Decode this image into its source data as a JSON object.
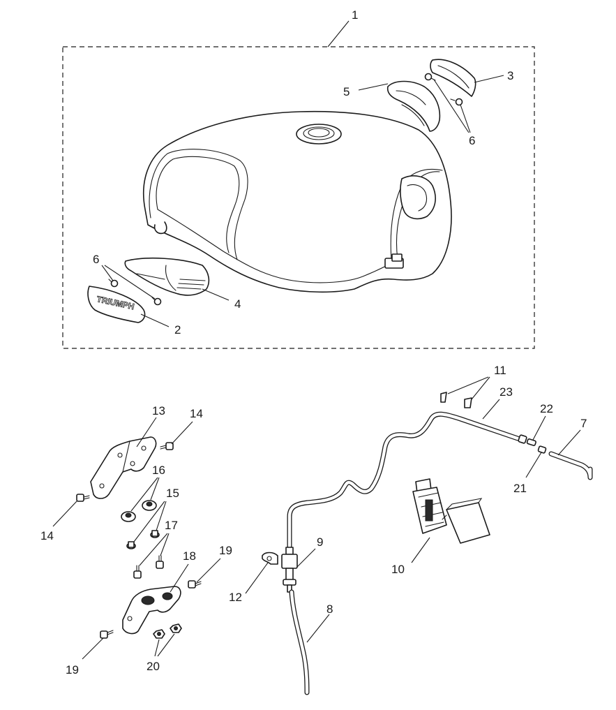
{
  "diagram": {
    "callouts": [
      {
        "id": "1",
        "label": "1"
      },
      {
        "id": "2",
        "label": "2"
      },
      {
        "id": "3",
        "label": "3"
      },
      {
        "id": "4",
        "label": "4"
      },
      {
        "id": "5",
        "label": "5"
      },
      {
        "id": "6a",
        "label": "6"
      },
      {
        "id": "6b",
        "label": "6"
      },
      {
        "id": "7",
        "label": "7"
      },
      {
        "id": "8",
        "label": "8"
      },
      {
        "id": "9",
        "label": "9"
      },
      {
        "id": "10",
        "label": "10"
      },
      {
        "id": "11",
        "label": "11"
      },
      {
        "id": "12",
        "label": "12"
      },
      {
        "id": "13",
        "label": "13"
      },
      {
        "id": "14a",
        "label": "14"
      },
      {
        "id": "14b",
        "label": "14"
      },
      {
        "id": "15",
        "label": "15"
      },
      {
        "id": "16",
        "label": "16"
      },
      {
        "id": "17",
        "label": "17"
      },
      {
        "id": "18",
        "label": "18"
      },
      {
        "id": "19a",
        "label": "19"
      },
      {
        "id": "19b",
        "label": "19"
      },
      {
        "id": "20",
        "label": "20"
      },
      {
        "id": "21",
        "label": "21"
      },
      {
        "id": "22",
        "label": "22"
      },
      {
        "id": "23",
        "label": "23"
      }
    ],
    "badge_text": "TRIUMPH"
  }
}
